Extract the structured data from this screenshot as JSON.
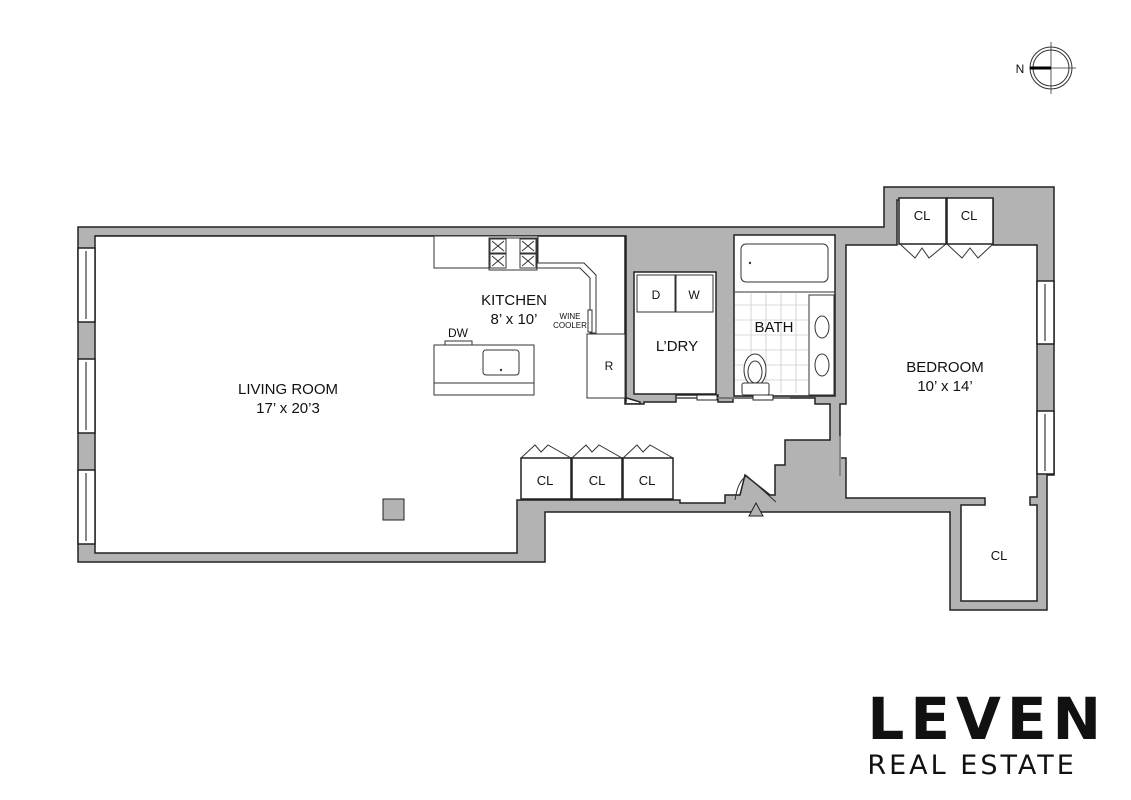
{
  "compass": {
    "label": "N"
  },
  "rooms": {
    "living": {
      "name": "LIVING ROOM",
      "size": "17’ x 20’3"
    },
    "kitchen": {
      "name": "KITCHEN",
      "size": "8’ x 10’"
    },
    "laundry": {
      "name": "L’DRY"
    },
    "bath": {
      "name": "BATH"
    },
    "bedroom": {
      "name": "BEDROOM",
      "size": "10’ x 14’"
    }
  },
  "fixtures": {
    "dishwasher": "DW",
    "wine_cooler_1": "WINE",
    "wine_cooler_2": "COOLER",
    "refrigerator": "R",
    "dryer": "D",
    "washer": "W"
  },
  "closets": [
    "CL",
    "CL",
    "CL",
    "CL",
    "CL",
    "CL"
  ],
  "brand": {
    "name": "LEVEN",
    "tagline": "REAL ESTATE"
  },
  "colors": {
    "wall": "#b3b3b3",
    "line": "#222222",
    "background": "#ffffff"
  }
}
